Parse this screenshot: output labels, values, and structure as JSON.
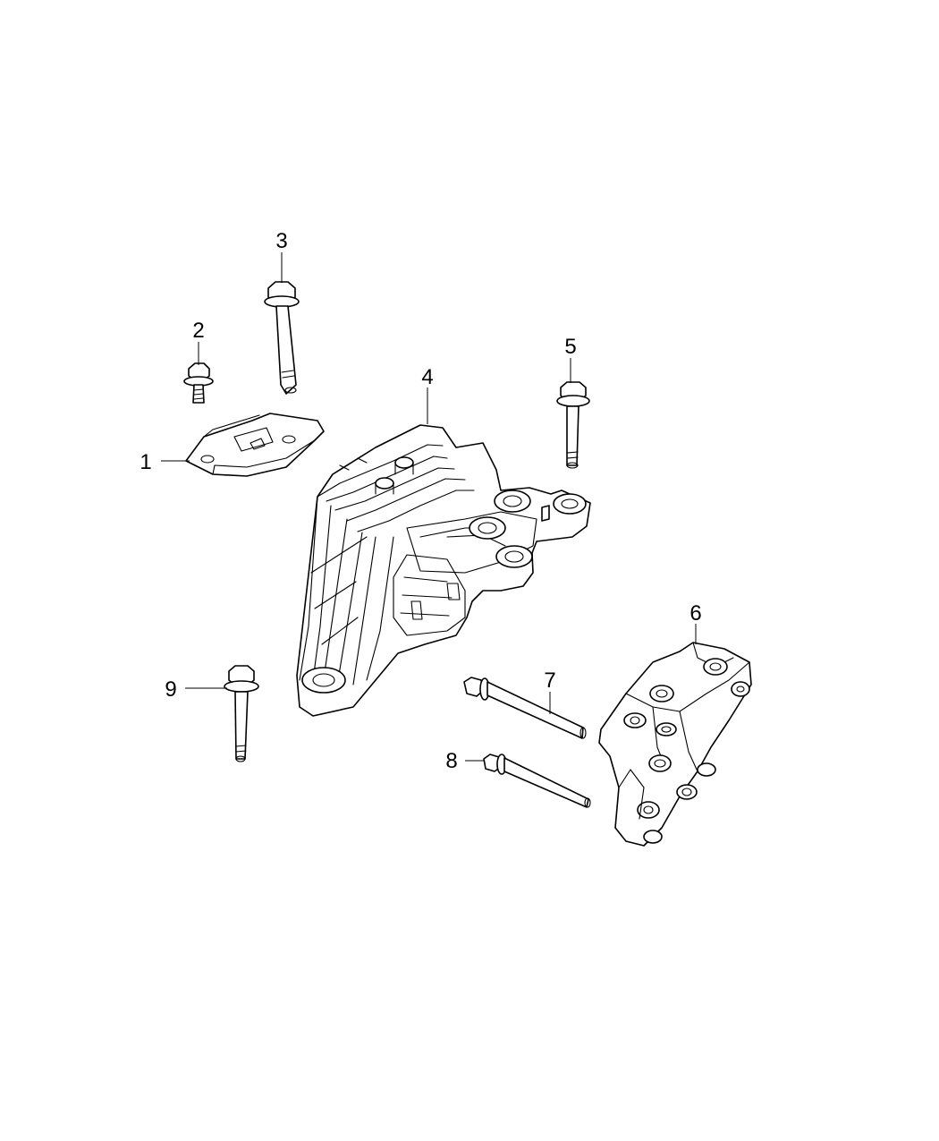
{
  "diagram": {
    "callouts": [
      {
        "id": "1",
        "label": "1",
        "part": "mount-bracket-plate"
      },
      {
        "id": "2",
        "label": "2",
        "part": "short-bolt"
      },
      {
        "id": "3",
        "label": "3",
        "part": "long-bolt"
      },
      {
        "id": "4",
        "label": "4",
        "part": "transmission-mount"
      },
      {
        "id": "5",
        "label": "5",
        "part": "bolt"
      },
      {
        "id": "6",
        "label": "6",
        "part": "mount-bracket"
      },
      {
        "id": "7",
        "label": "7",
        "part": "through-bolt"
      },
      {
        "id": "8",
        "label": "8",
        "part": "through-bolt"
      },
      {
        "id": "9",
        "label": "9",
        "part": "bolt"
      }
    ]
  }
}
